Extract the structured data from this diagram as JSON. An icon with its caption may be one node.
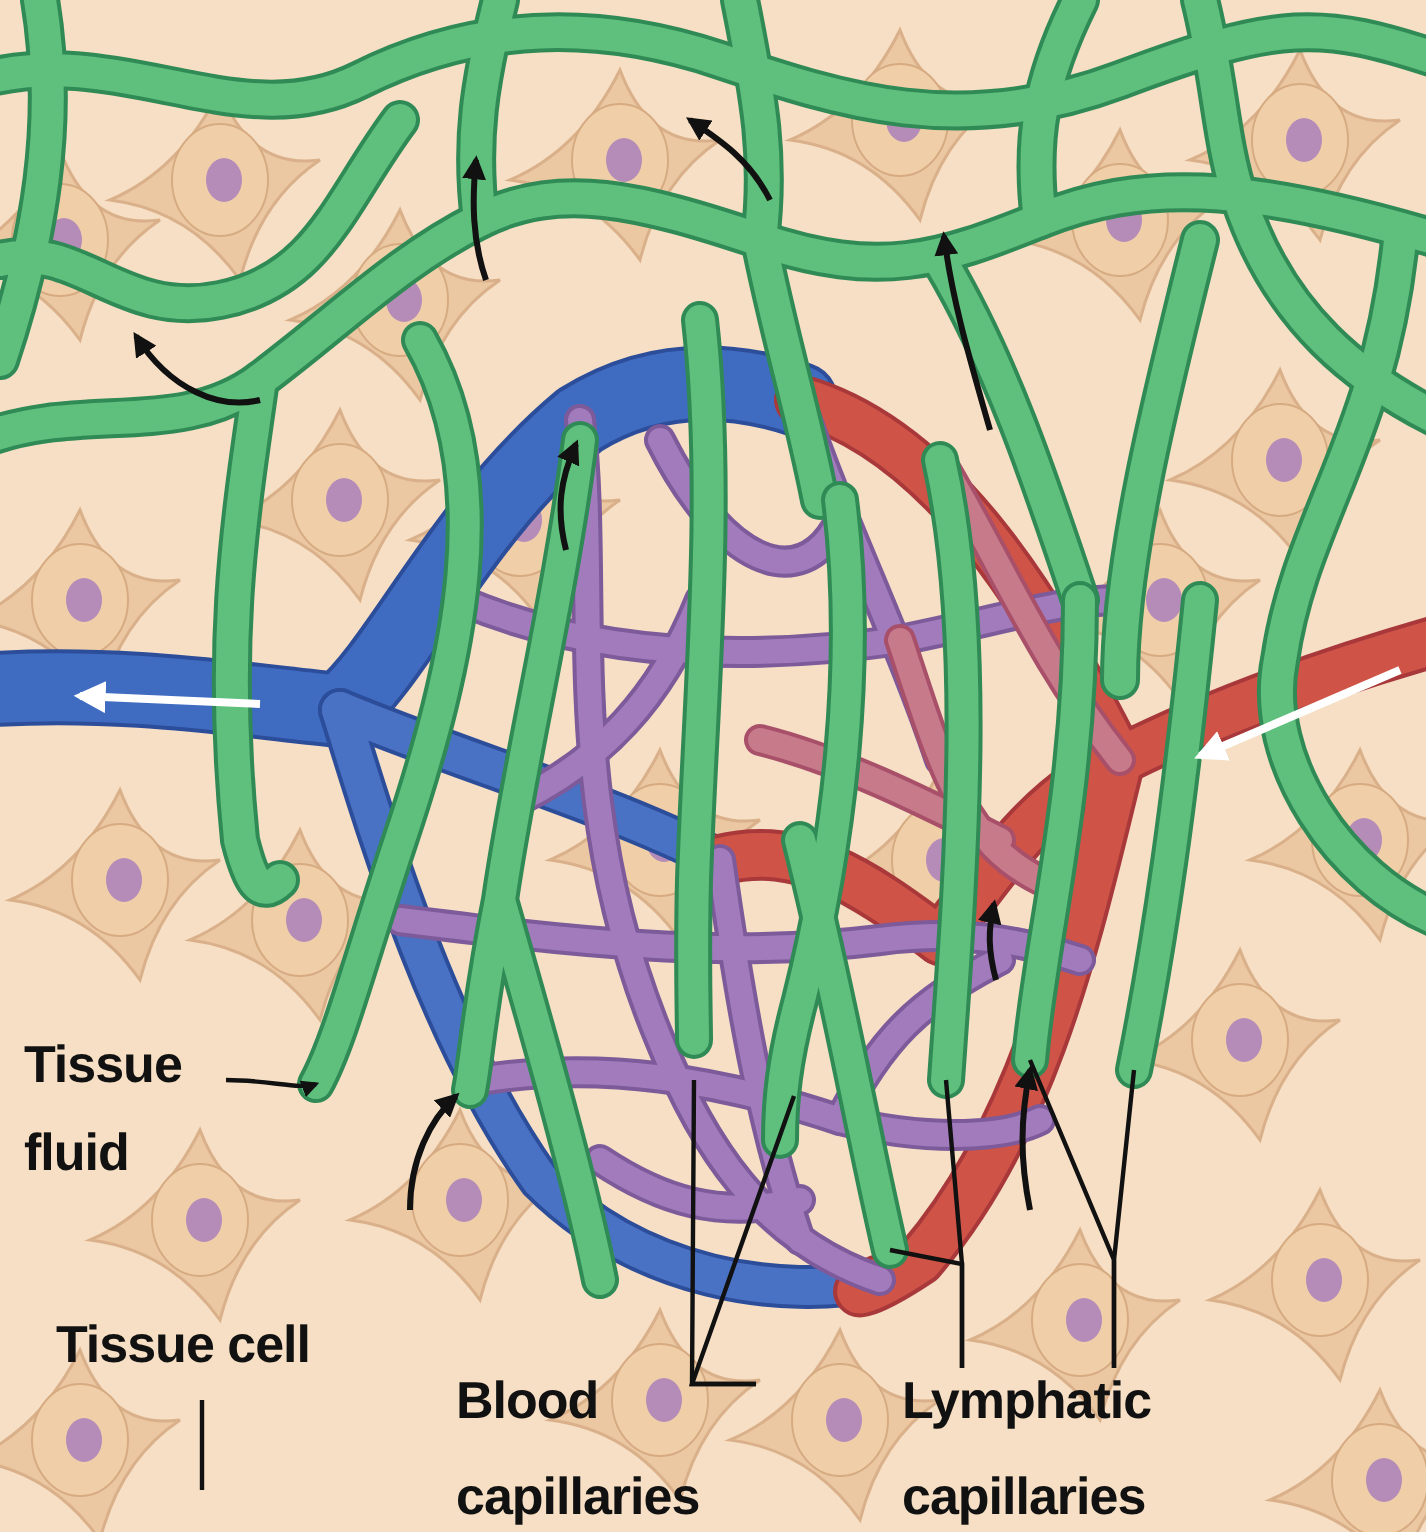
{
  "diagram": {
    "nodes": [
      {
        "text": [
          "Tissue fluid"
        ]
      },
      {
        "text": [
          "Tissue cell"
        ]
      },
      {
        "text": [
          "Blood capillaries"
        ]
      },
      {
        "text": [
          "Lymphatic capillaries"
        ]
      }
    ],
    "edges": [
      {
        "from": 0,
        "to": null,
        "arrow": "to"
      },
      {
        "from": 1,
        "to": null,
        "arrow": "none"
      },
      {
        "from": 2,
        "to": null,
        "arrow": "none"
      },
      {
        "from": 2,
        "to": null,
        "arrow": "none"
      },
      {
        "from": 3,
        "to": null,
        "arrow": "none"
      },
      {
        "from": 3,
        "to": null,
        "arrow": "none"
      },
      {
        "from": 3,
        "to": null,
        "arrow": "none"
      },
      {
        "from": 3,
        "to": null,
        "arrow": "none"
      }
    ]
  }
}
